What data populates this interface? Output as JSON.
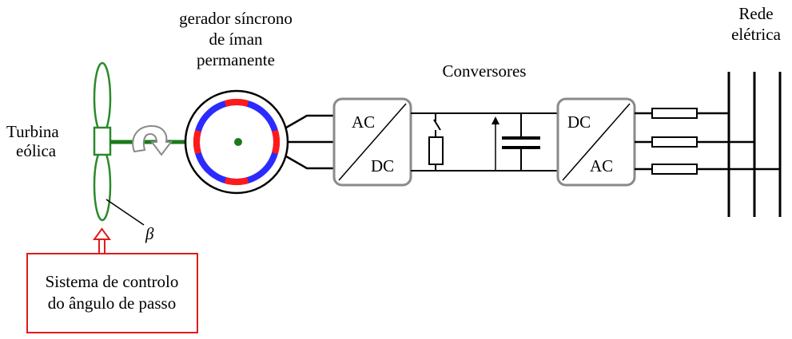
{
  "labels": {
    "turbine_line1": "Turbina",
    "turbine_line2": "eólica",
    "generator_line1": "gerador síncrono",
    "generator_line2": "de íman",
    "generator_line3": "permanente",
    "converters": "Conversores",
    "grid_line1": "Rede",
    "grid_line2": "elétrica",
    "rectifier_top": "AC",
    "rectifier_bottom": "DC",
    "inverter_top": "DC",
    "inverter_bottom": "AC",
    "pitch_angle": "β",
    "control_line1": "Sistema de controlo",
    "control_line2": "do ângulo de passo"
  },
  "colors": {
    "blade": "#2a8a2a",
    "shaft": "#1a7a1a",
    "stator_ring": "#2b2bff",
    "magnet_poles": "#ff1a1a",
    "control": "#e01b1b",
    "converter_border": "#8a8a8a",
    "rotation_arrow": "#a0a0a0"
  }
}
